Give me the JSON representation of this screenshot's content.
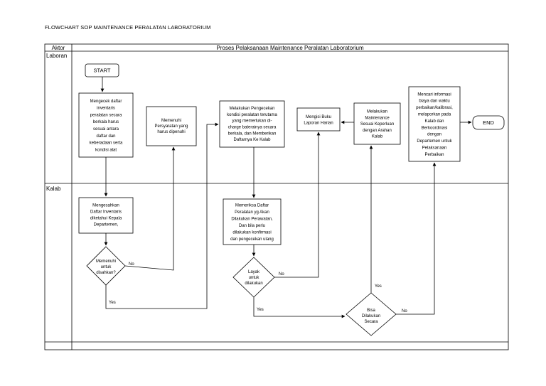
{
  "title": "FLOWCHART SOP MAINTENANCE PERALATAN LABORATORIUM",
  "header": {
    "actor": "Aktor",
    "process": "Proses Pelaksanaan Maintenance Peralatan Laboratorium"
  },
  "lanes": {
    "laboran": "Laboran",
    "kalab": "Kalab"
  },
  "nodes": {
    "start": [
      "START"
    ],
    "cek_inventaris": [
      "Mengecek daftar",
      "inventaris",
      "peralatan secara",
      "berkala harus",
      "sesuai antara",
      "daftar dan",
      "keberadaan serta",
      "kondisi alat"
    ],
    "memenuhi_persyaratan": [
      "Memenuhi",
      "Persyaratan yang",
      "harus dipenuhi"
    ],
    "pengecekan_kondisi": [
      "Melakukan Pengecekan",
      "kondisi peralatan terutama",
      "yang memerlukan di-",
      "charge baterainya secara",
      "berkala, dan Memberikan",
      "Daftarnya Ke Kalab"
    ],
    "buku_laporan": [
      "Mengisi Buku",
      "Laporan Harian"
    ],
    "maintenance": [
      "Melakukan",
      "Maintenance",
      "Sesuai Keperluan",
      "dengan Arahan",
      "Kalab"
    ],
    "cari_informasi": [
      "Mencari informasi",
      "biaya dan waktu",
      "perbaikan/kalibrasi,",
      "melaporkan pada",
      "Kalab dan",
      "Berkoordinasi",
      "dengan",
      "Departemen untuk",
      "Pelaksanaan",
      "Perbaikan"
    ],
    "end": [
      "END"
    ],
    "mengesahkan": [
      "Mengesahkan",
      "Daftar Inventaris",
      "diketahui Kepala",
      "Departemen,"
    ],
    "memeriksa": [
      "Memeriksa Daftar",
      "Peralatan yg Akan",
      "Dilakukan Perawatan,",
      "Dan bila perlu",
      "dilakukan konfirmasi",
      "dan pengecekan ulang"
    ],
    "d_memenuhi": [
      "Memenuhi",
      "untuk",
      "disahkan?"
    ],
    "d_layak": [
      "Layak",
      "untuk",
      "dilakukan"
    ],
    "d_bisa": [
      "Bisa",
      "Dilakukan",
      "Secara"
    ]
  },
  "labels": {
    "no": "No",
    "yes": "Yes"
  }
}
